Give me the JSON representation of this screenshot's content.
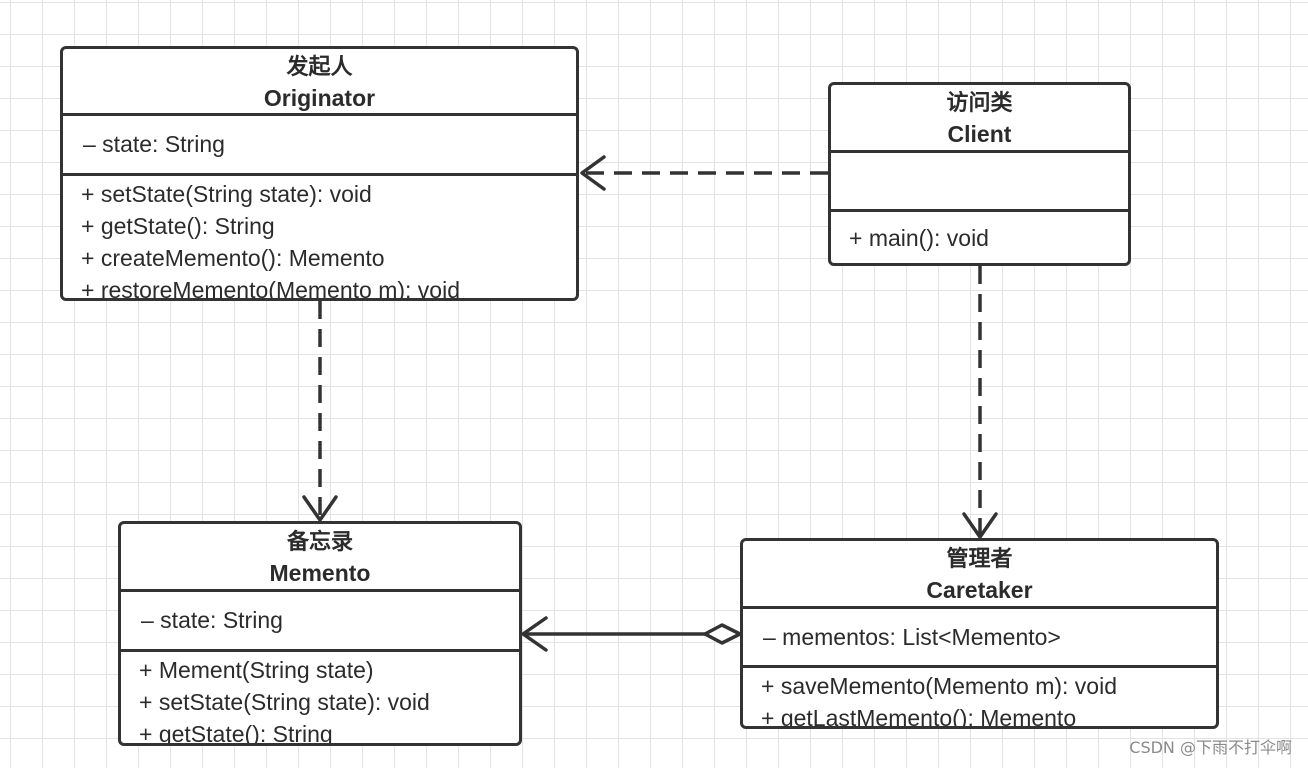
{
  "classes": {
    "originator": {
      "cn": "发起人",
      "en": "Originator",
      "attributes": [
        "– state: String"
      ],
      "operations": [
        "+ setState(String state): void",
        "+ getState(): String",
        "+ createMemento(): Memento",
        "+ restoreMemento(Memento m): void"
      ]
    },
    "client": {
      "cn": "访问类",
      "en": "Client",
      "attributes": [],
      "operations": [
        "+ main(): void"
      ]
    },
    "memento": {
      "cn": "备忘录",
      "en": "Memento",
      "attributes": [
        "– state: String"
      ],
      "operations": [
        "+ Mement(String state)",
        "+ setState(String state): void",
        "+ getState(): String"
      ]
    },
    "caretaker": {
      "cn": "管理者",
      "en": "Caretaker",
      "attributes": [
        "– mementos: List<Memento>"
      ],
      "operations": [
        "+ saveMemento(Memento m): void",
        "+ getLastMemento(): Memento"
      ]
    }
  },
  "relations": [
    {
      "from": "client",
      "to": "originator",
      "kind": "dependency"
    },
    {
      "from": "originator",
      "to": "memento",
      "kind": "dependency"
    },
    {
      "from": "client",
      "to": "caretaker",
      "kind": "dependency"
    },
    {
      "from": "caretaker",
      "to": "memento",
      "kind": "aggregation"
    }
  ],
  "watermark": "CSDN @下雨不打伞啊",
  "colors": {
    "line": "#333333",
    "grid": "#e3e3e3",
    "background": "#ffffff"
  }
}
